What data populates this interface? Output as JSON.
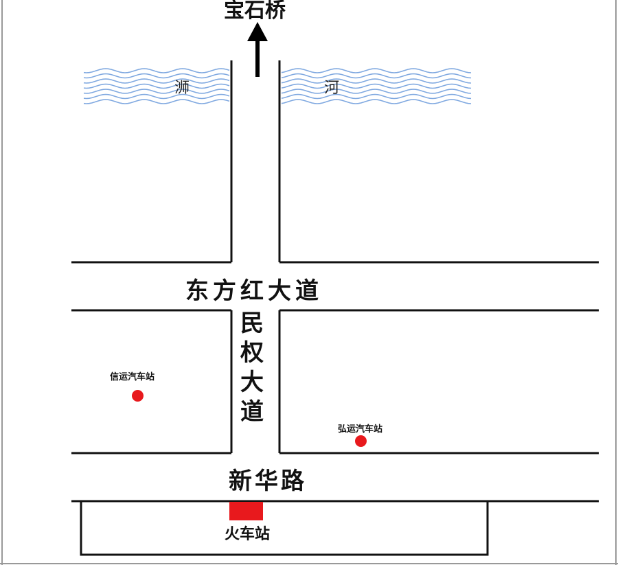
{
  "destination": {
    "label": "宝石桥"
  },
  "river": {
    "name_left": "浉",
    "name_right": "河",
    "color": "#7fa8e0"
  },
  "roads": {
    "horizontal_upper": "东方红大道",
    "vertical_chars": [
      "民",
      "权",
      "大",
      "道"
    ],
    "horizontal_lower": "新华路"
  },
  "stations": {
    "left_bus": "信运汽车站",
    "right_bus": "弘运汽车站",
    "railway": "火车站",
    "marker_color": "#e8191d"
  }
}
